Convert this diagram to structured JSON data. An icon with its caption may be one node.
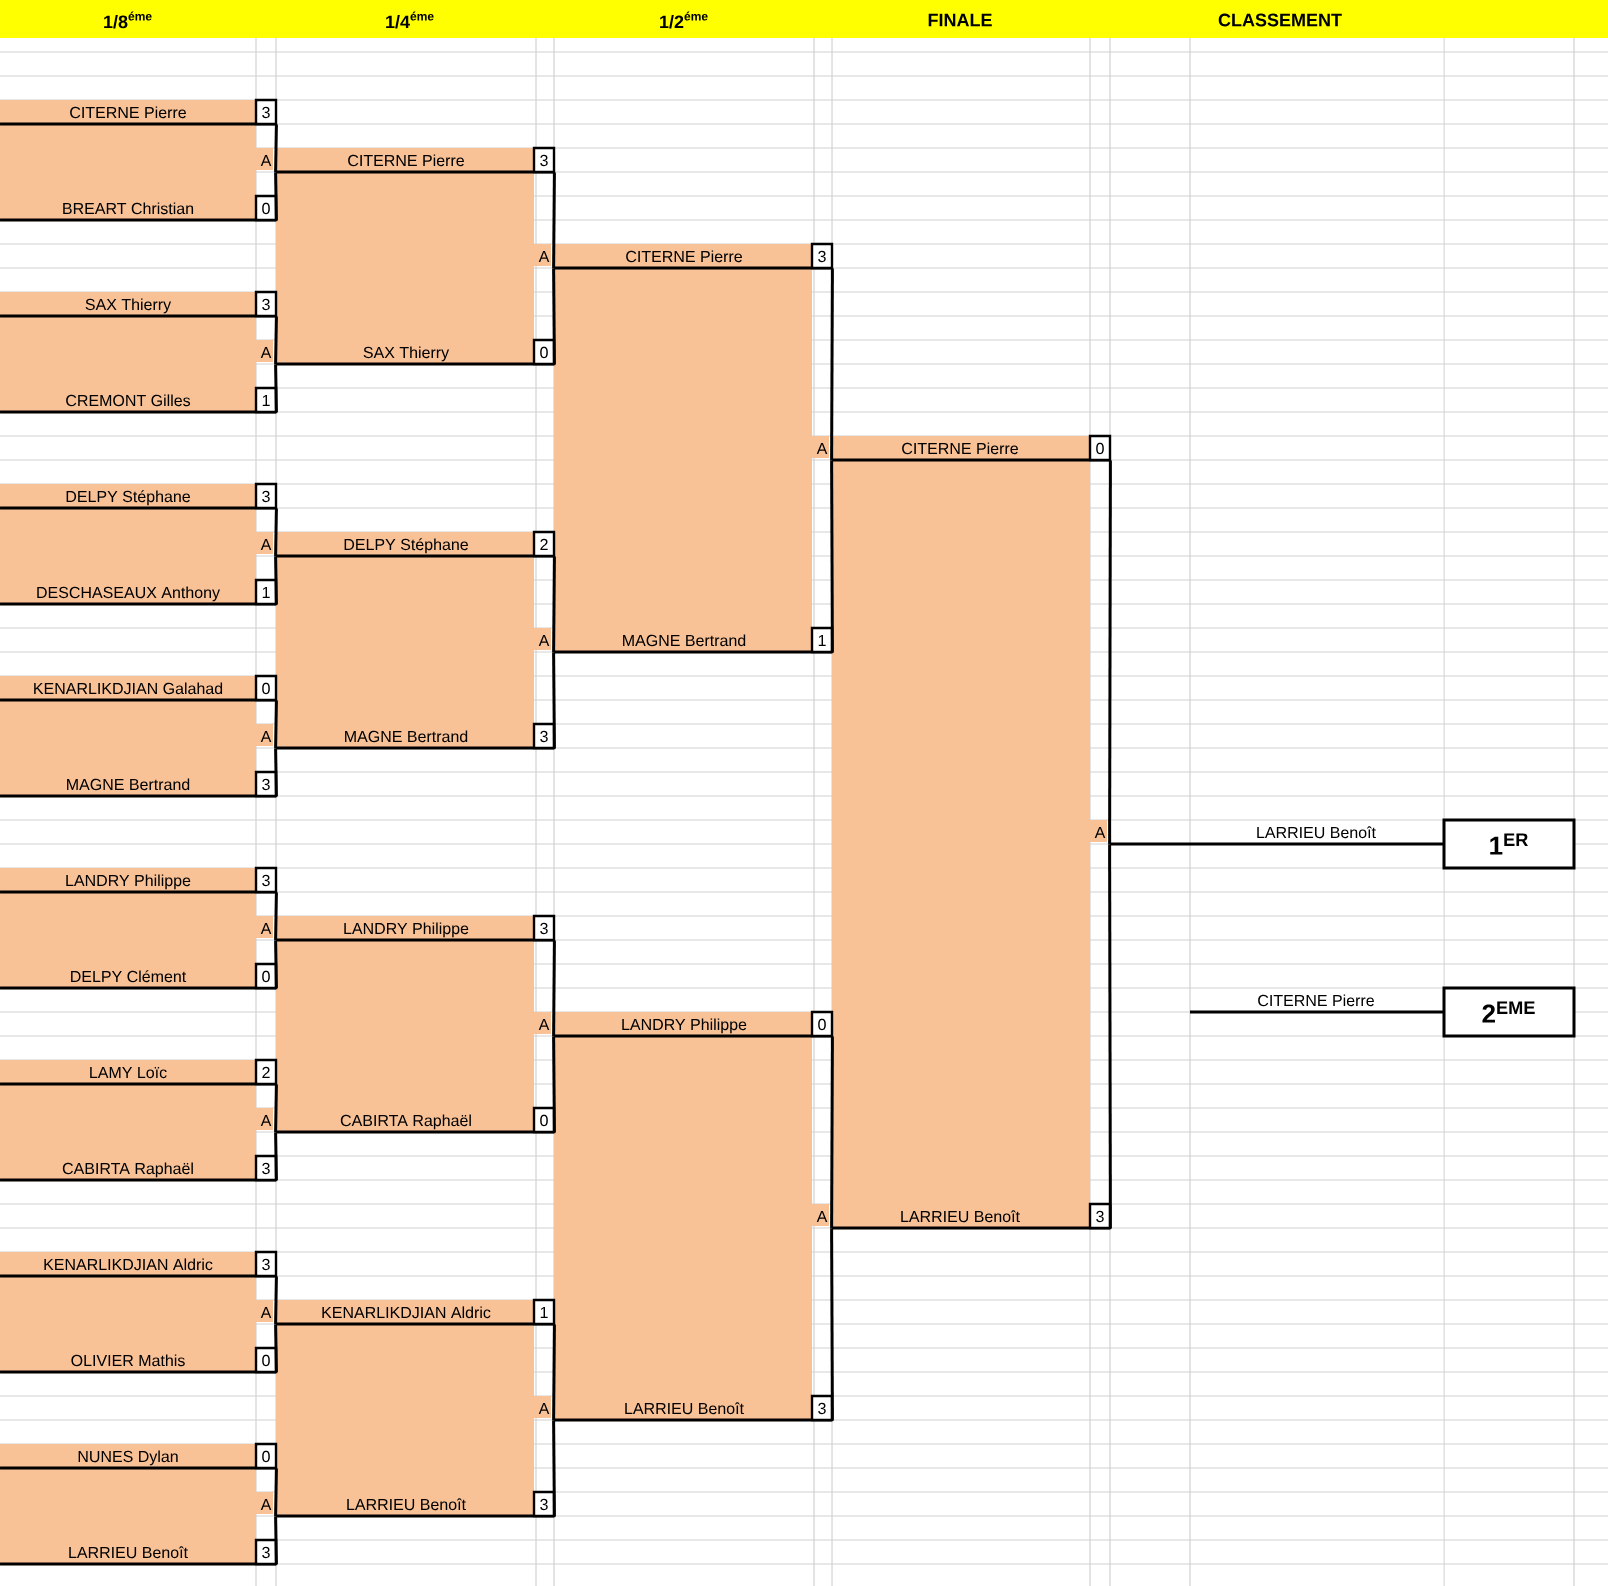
{
  "diagram": {
    "nodes": [
      {
        "text": [
          "CITERNE Pierre",
          "3"
        ]
      },
      {
        "text": [
          "BREART Christian",
          "0"
        ]
      },
      {
        "text": [
          "SAX Thierry",
          "3"
        ]
      },
      {
        "text": [
          "CREMONT Gilles",
          "1"
        ]
      },
      {
        "text": [
          "DELPY Stéphane",
          "3"
        ]
      },
      {
        "text": [
          "DESCHASEAUX Anthony",
          "1"
        ]
      },
      {
        "text": [
          "KENARLIKDJIAN Galahad",
          "0"
        ]
      },
      {
        "text": [
          "MAGNE Bertrand",
          "3"
        ]
      },
      {
        "text": [
          "LANDRY Philippe",
          "3"
        ]
      },
      {
        "text": [
          "DELPY Clément",
          "0"
        ]
      },
      {
        "text": [
          "LAMY Loïc",
          "2"
        ]
      },
      {
        "text": [
          "CABIRTA Raphaël",
          "3"
        ]
      },
      {
        "text": [
          "KENARLIKDJIAN Aldric",
          "3"
        ]
      },
      {
        "text": [
          "OLIVIER Mathis",
          "0"
        ]
      },
      {
        "text": [
          "NUNES Dylan",
          "0"
        ]
      },
      {
        "text": [
          "LARRIEU Benoît",
          "3"
        ]
      },
      {
        "text": [
          "CITERNE Pierre",
          "3"
        ],
        "beside": [
          "A"
        ]
      },
      {
        "text": [
          "SAX Thierry",
          "0"
        ],
        "beside": [
          "A"
        ]
      },
      {
        "text": [
          "DELPY Stéphane",
          "2"
        ],
        "beside": [
          "A"
        ]
      },
      {
        "text": [
          "MAGNE Bertrand",
          "3"
        ],
        "beside": [
          "A"
        ]
      },
      {
        "text": [
          "LANDRY Philippe",
          "3"
        ],
        "beside": [
          "A"
        ]
      },
      {
        "text": [
          "CABIRTA Raphaël",
          "0"
        ],
        "beside": [
          "A"
        ]
      },
      {
        "text": [
          "KENARLIKDJIAN Aldric",
          "1"
        ],
        "beside": [
          "A"
        ]
      },
      {
        "text": [
          "LARRIEU Benoît",
          "3"
        ],
        "beside": [
          "A"
        ]
      },
      {
        "text": [
          "CITERNE Pierre",
          "3"
        ],
        "beside": [
          "A"
        ]
      },
      {
        "text": [
          "MAGNE Bertrand",
          "1"
        ],
        "beside": [
          "A"
        ]
      },
      {
        "text": [
          "LANDRY Philippe",
          "0"
        ],
        "beside": [
          "A"
        ]
      },
      {
        "text": [
          "LARRIEU Benoît",
          "3"
        ],
        "beside": [
          "A"
        ]
      },
      {
        "text": [
          "CITERNE Pierre",
          "0"
        ],
        "beside": [
          "A"
        ]
      },
      {
        "text": [
          "LARRIEU Benoît",
          "3"
        ],
        "beside": [
          "A"
        ]
      },
      {
        "text": [
          "LARRIEU Benoît"
        ],
        "beside": [
          "A"
        ]
      },
      {
        "text": [
          "CITERNE Pierre"
        ]
      },
      {
        "text": [
          "1$^{ER}$"
        ]
      },
      {
        "text": [
          "2$^{EME}$"
        ]
      }
    ],
    "edges": [
      {
        "from": 0,
        "to": 16,
        "arrow": "none"
      },
      {
        "from": 1,
        "to": 16,
        "arrow": "none"
      },
      {
        "from": 2,
        "to": 17,
        "arrow": "none"
      },
      {
        "from": 3,
        "to": 17,
        "arrow": "none"
      },
      {
        "from": 4,
        "to": 18,
        "arrow": "none"
      },
      {
        "from": 5,
        "to": 18,
        "arrow": "none"
      },
      {
        "from": 6,
        "to": 19,
        "arrow": "none"
      },
      {
        "from": 7,
        "to": 19,
        "arrow": "none"
      },
      {
        "from": 8,
        "to": 20,
        "arrow": "none"
      },
      {
        "from": 9,
        "to": 20,
        "arrow": "none"
      },
      {
        "from": 10,
        "to": 21,
        "arrow": "none"
      },
      {
        "from": 11,
        "to": 21,
        "arrow": "none"
      },
      {
        "from": 12,
        "to": 22,
        "arrow": "none"
      },
      {
        "from": 13,
        "to": 22,
        "arrow": "none"
      },
      {
        "from": 14,
        "to": 23,
        "arrow": "none"
      },
      {
        "from": 15,
        "to": 23,
        "arrow": "none"
      },
      {
        "from": 16,
        "to": 24,
        "arrow": "none"
      },
      {
        "from": 17,
        "to": 24,
        "arrow": "none"
      },
      {
        "from": 18,
        "to": 25,
        "arrow": "none"
      },
      {
        "from": 19,
        "to": 25,
        "arrow": "none"
      },
      {
        "from": 20,
        "to": 26,
        "arrow": "none"
      },
      {
        "from": 21,
        "to": 26,
        "arrow": "none"
      },
      {
        "from": 22,
        "to": 27,
        "arrow": "none"
      },
      {
        "from": 23,
        "to": 27,
        "arrow": "none"
      },
      {
        "from": 24,
        "to": 28,
        "arrow": "none"
      },
      {
        "from": 25,
        "to": 28,
        "arrow": "none"
      },
      {
        "from": 26,
        "to": 29,
        "arrow": "none"
      },
      {
        "from": 27,
        "to": 29,
        "arrow": "none"
      },
      {
        "from": 28,
        "to": 30,
        "arrow": "none"
      },
      {
        "from": 29,
        "to": 30,
        "arrow": "none"
      }
    ],
    "labels": [
      "1/8$^{éme}$",
      "1/4$^{éme}$",
      "1/2$^{éme}$",
      "FINALE",
      "CLASSEMENT"
    ]
  }
}
